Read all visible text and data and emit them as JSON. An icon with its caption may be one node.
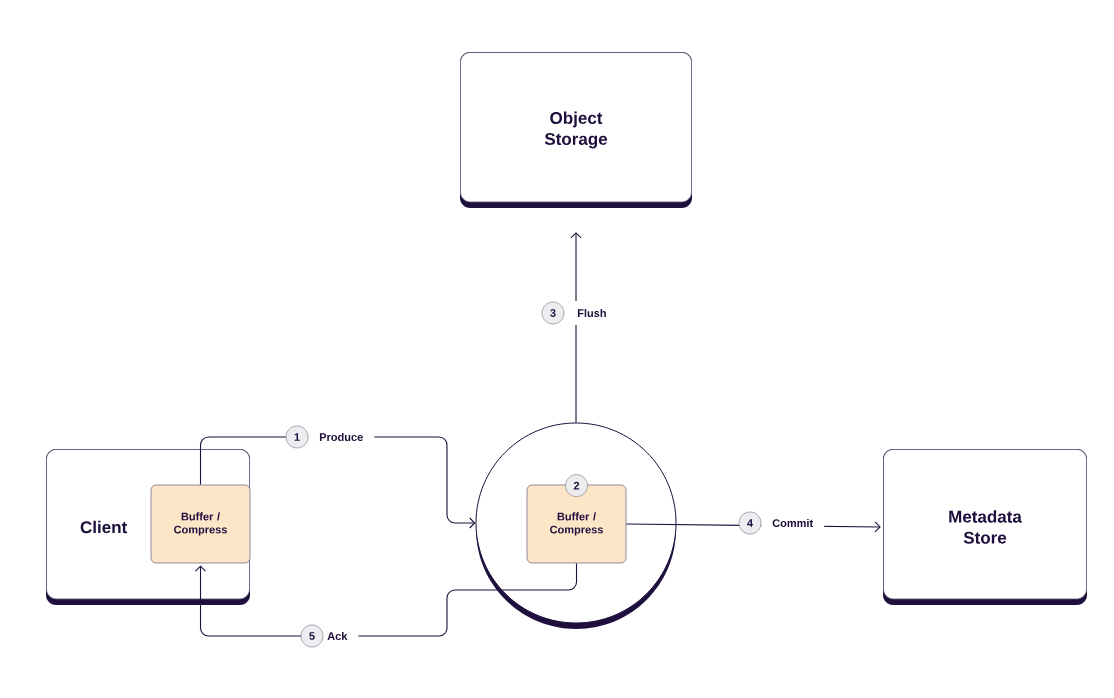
{
  "diagram": {
    "nodes": [
      {
        "text": [
          "Object Storage"
        ]
      },
      {
        "text": [
          "Client"
        ]
      },
      {
        "text": [
          "Buffer / Compress"
        ],
        "in": 1
      },
      {
        "text": [],
        "shape": "circle"
      },
      {
        "text": [
          "2",
          "Buffer / Compress"
        ],
        "in": 3
      },
      {
        "text": [
          "Metadata Store"
        ]
      }
    ],
    "edges": [
      {
        "from": 2,
        "to": 3,
        "arrow": "to",
        "label": "Produce"
      },
      {
        "from": 3,
        "to": 0,
        "arrow": "to",
        "label": "Flush"
      },
      {
        "from": 4,
        "to": 5,
        "arrow": "to",
        "label": "Commit"
      },
      {
        "from": 4,
        "to": 2,
        "arrow": "to",
        "label": "Ack"
      }
    ],
    "labels": [
      "3",
      "1",
      "4",
      "5"
    ]
  }
}
